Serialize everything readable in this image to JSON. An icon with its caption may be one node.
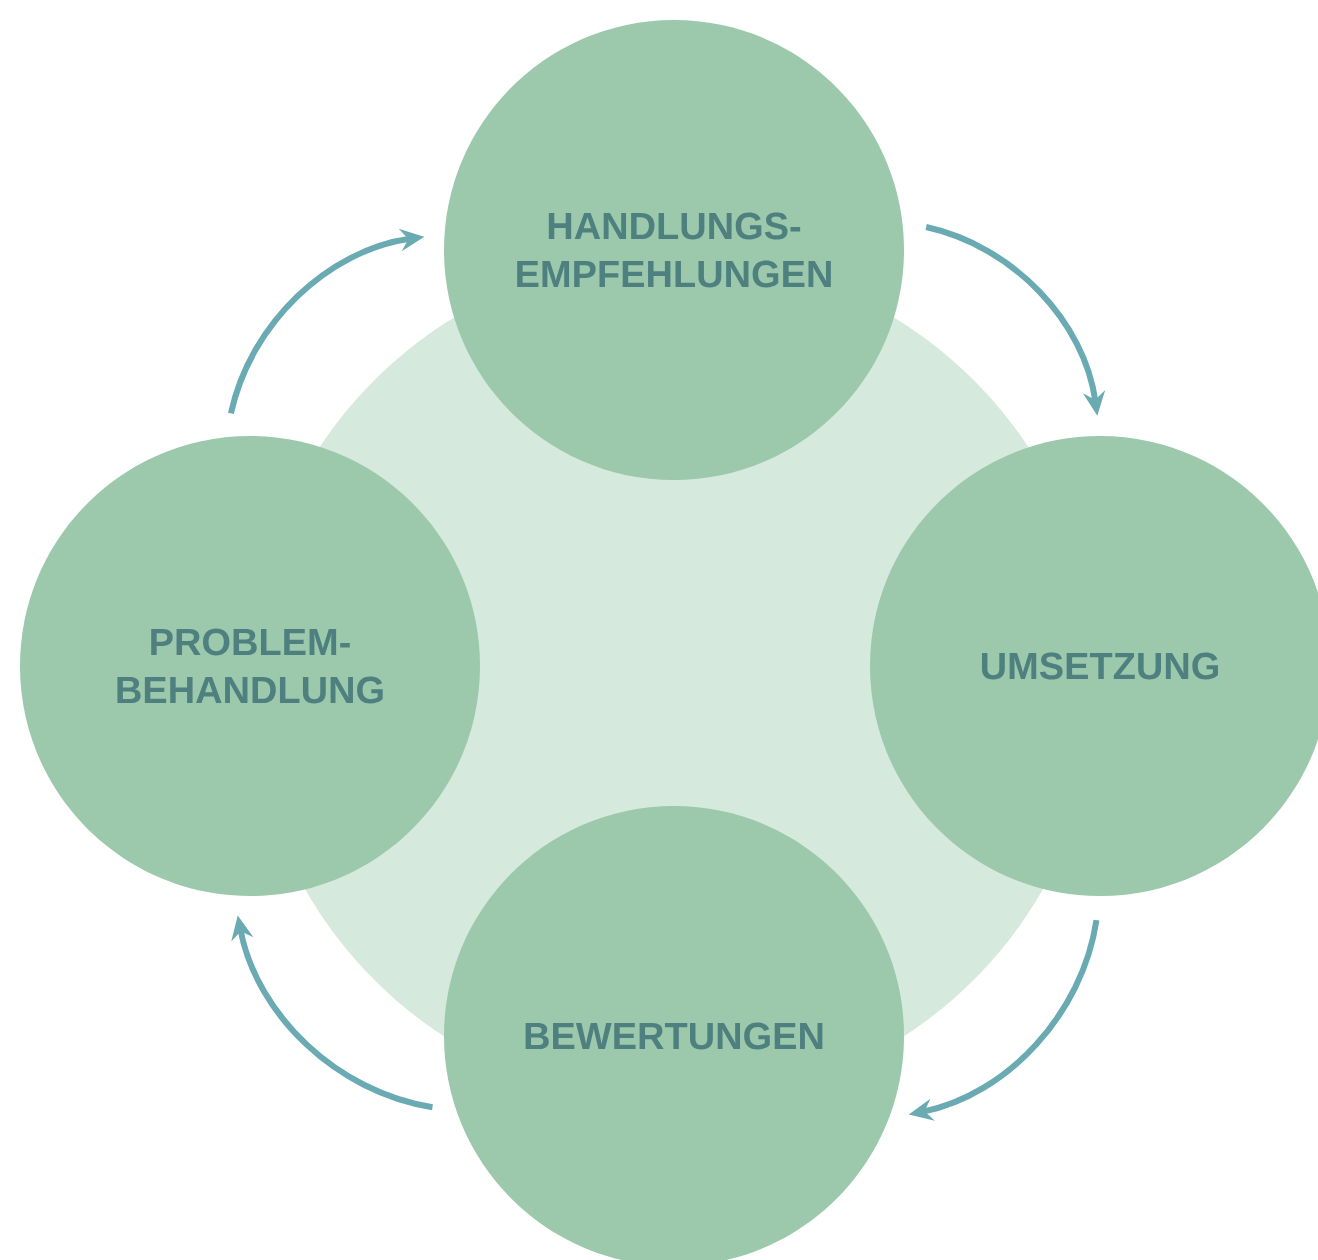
{
  "diagram": {
    "nodes": [
      {
        "text": [
          "HANDLUNGS- EMPFEHLUNGEN"
        ]
      },
      {
        "text": [
          "PROBLEM- BEHANDLUNG"
        ]
      },
      {
        "text": [
          "UMSETZUNG"
        ]
      },
      {
        "text": [
          "BEWERTUNGEN"
        ]
      }
    ],
    "edges": [
      {
        "from": 1,
        "to": 0,
        "arrow": "to"
      },
      {
        "from": 0,
        "to": 2,
        "arrow": "to"
      },
      {
        "from": 2,
        "to": 3,
        "arrow": "to"
      },
      {
        "from": 3,
        "to": 1,
        "arrow": "to"
      }
    ]
  }
}
